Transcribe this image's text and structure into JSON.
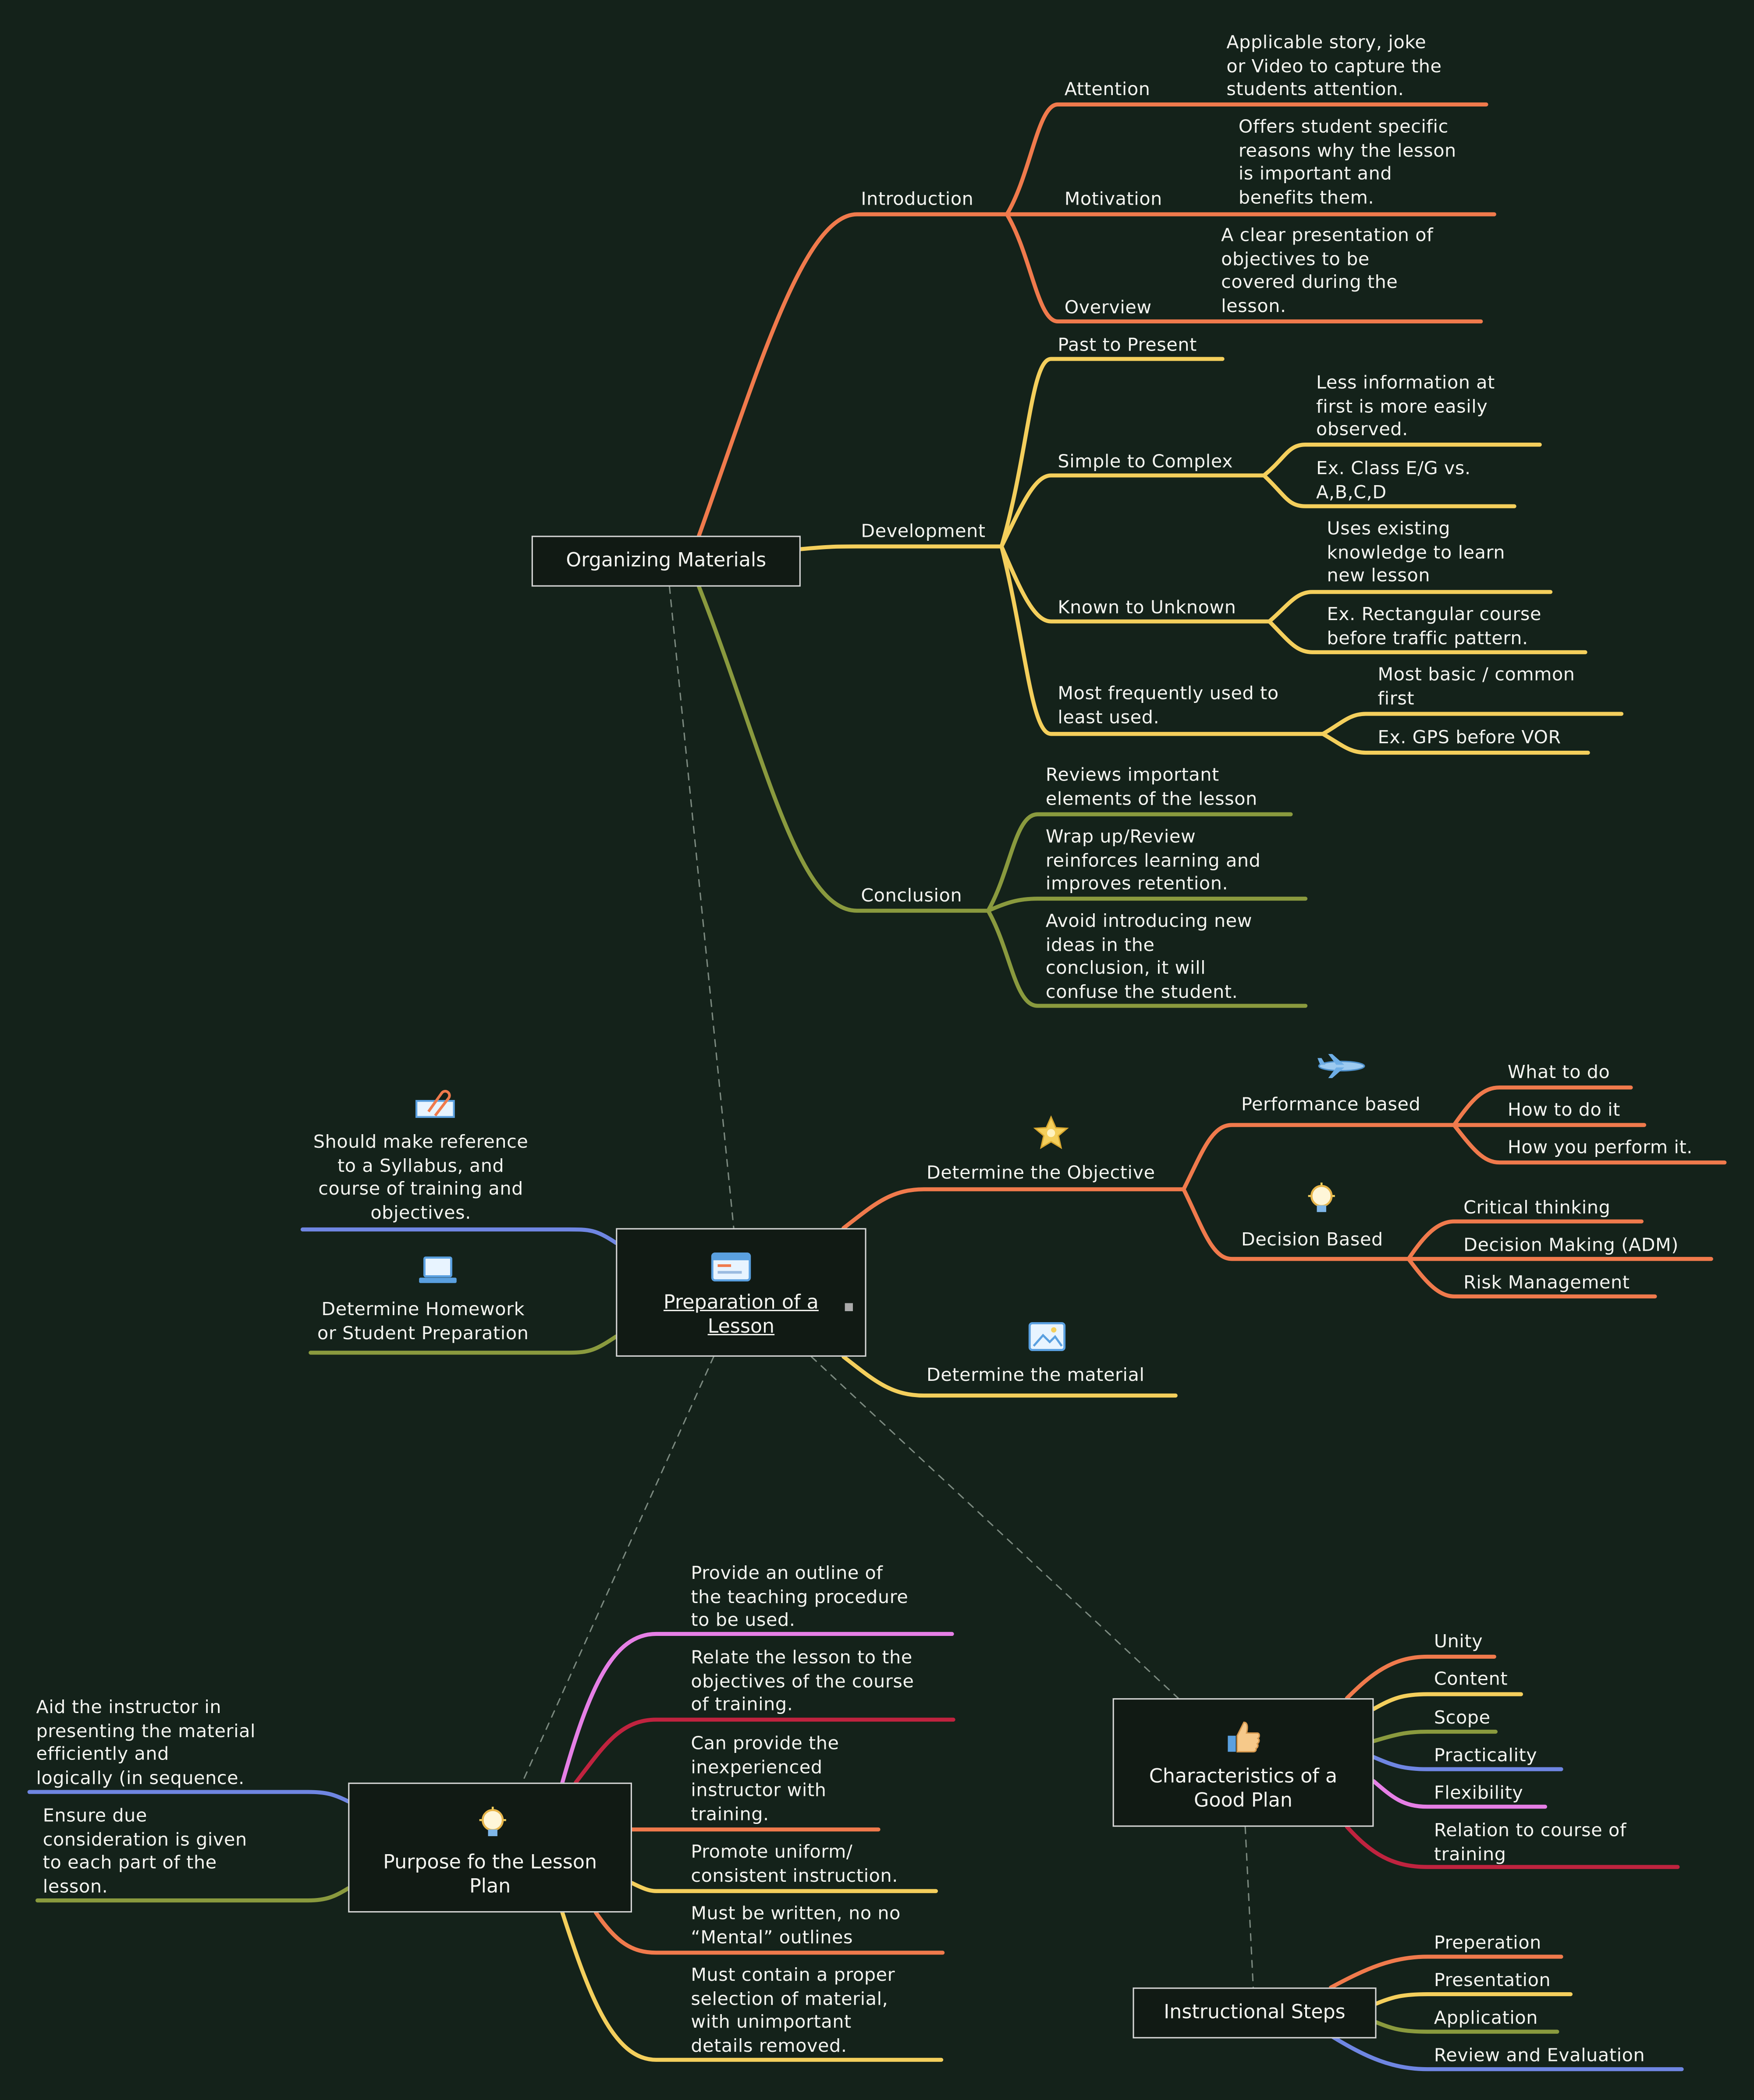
{
  "colors": {
    "background": "#14221a",
    "orange": "#f07a4c",
    "yellow": "#f4cf5c",
    "olive": "#8a9a3e",
    "blue": "#6f86e2",
    "pink": "#e67fe6",
    "crimson": "#c0233f"
  },
  "map": {
    "organizing": {
      "title": "Organizing Materials",
      "introduction": {
        "label": "Introduction",
        "attention": "Attention",
        "attention_note": "Applicable story, joke\nor Video to capture the\nstudents attention.",
        "motivation": "Motivation",
        "motivation_note": "Offers student specific\nreasons why the lesson\nis important and\nbenefits them.",
        "overview": "Overview",
        "overview_note": "A clear presentation of\nobjectives to be\ncovered during the\nlesson."
      },
      "development": {
        "label": "Development",
        "past": "Past to Present",
        "simple": "Simple to Complex",
        "simple_note1": "Less information at\nfirst is more easily\nobserved.",
        "simple_note2": "Ex. Class E/G vs.\nA,B,C,D",
        "known": "Known to Unknown",
        "known_note1": "Uses existing\nknowledge to learn\nnew lesson",
        "known_note2": "Ex. Rectangular course\nbefore traffic pattern.",
        "frequent": "Most frequently used to\nleast used.",
        "frequent_note1": "Most basic / common\nfirst",
        "frequent_note2": "Ex. GPS before VOR"
      },
      "conclusion": {
        "label": "Conclusion",
        "item1": "Reviews important\nelements of the lesson",
        "item2": "Wrap up/Review\nreinforces learning and\nimproves retention.",
        "item3": "Avoid introducing new\nideas in the\nconclusion, it will\nconfuse the student."
      }
    },
    "preparation": {
      "title": "Preparation of a\nLesson",
      "objective": "Determine the Objective",
      "performance": "Performance based",
      "perf1": "What to do",
      "perf2": "How to do it",
      "perf3": "How you perform it.",
      "decision": "Decision Based",
      "dec1": "Critical thinking",
      "dec2": "Decision Making (ADM)",
      "dec3": "Risk Management",
      "material": "Determine the material",
      "syllabus": "Should make reference\nto a Syllabus, and\ncourse of training and\nobjectives.",
      "homework": "Determine Homework\nor Student Preparation"
    },
    "purpose": {
      "title": "Purpose fo the Lesson\nPlan",
      "p1": "Provide an outline of\nthe teaching procedure\nto be used.",
      "p2": "Relate the lesson to the\nobjectives of the course\nof training.",
      "p3": "Can provide the\ninexperienced\ninstructor with\ntraining.",
      "p4": "Promote uniform/\nconsistent instruction.",
      "p5": "Must be written, no no\n“Mental” outlines",
      "p6": "Must contain a proper\nselection of material,\nwith unimportant\ndetails removed.",
      "left1": "Aid the instructor in\npresenting the material\nefficiently and\nlogically (in sequence.",
      "left2": "Ensure due\nconsideration is given\nto each part of the\nlesson."
    },
    "characteristics": {
      "title": "Characteristics of a\nGood Plan",
      "c1": "Unity",
      "c2": "Content",
      "c3": "Scope",
      "c4": "Practicality",
      "c5": "Flexibility",
      "c6": "Relation to course of\ntraining"
    },
    "steps": {
      "title": "Instructional Steps",
      "s1": "Preperation",
      "s2": "Presentation",
      "s3": "Application",
      "s4": "Review and Evaluation"
    }
  },
  "icons": [
    "notebook-icon",
    "star-icon",
    "airplane-icon",
    "lightbulb-icon",
    "picture-icon",
    "paperclip-icon",
    "laptop-icon",
    "thumbs-up-icon"
  ]
}
